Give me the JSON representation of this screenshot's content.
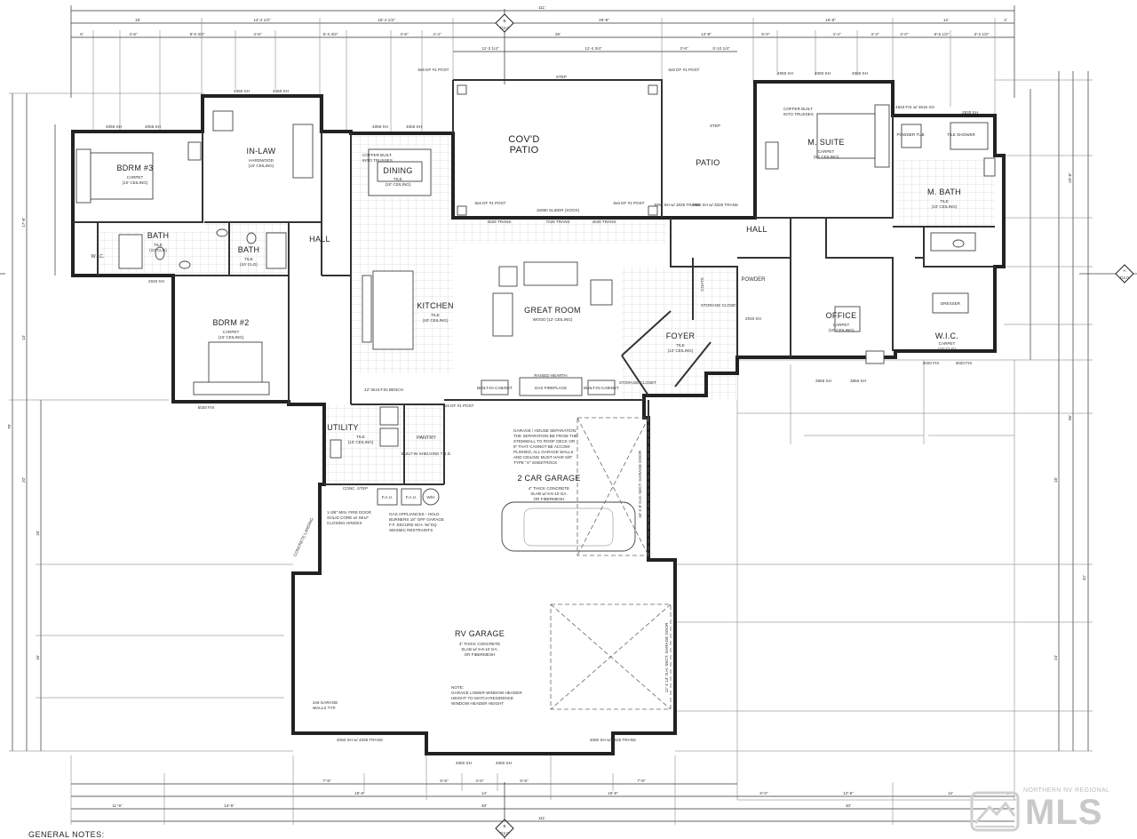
{
  "rooms": {
    "bdrm3": {
      "name": "BDRM #3",
      "finish": "CARPET",
      "ceiling": "(10' CEILING)"
    },
    "inlaw": {
      "name": "IN-LAW",
      "finish": "HARDWOOD",
      "ceiling": "(10' CEILING)"
    },
    "dining": {
      "name": "DINING",
      "finish": "TILE",
      "ceiling": "(10' CEILING)"
    },
    "covd_patio": {
      "name1": "COV'D",
      "name2": "PATIO"
    },
    "patio": {
      "name": "PATIO"
    },
    "msuite": {
      "name": "M. SUITE",
      "finish": "CARPET",
      "ceiling": "(10' CEILING)"
    },
    "mbath": {
      "name": "M. BATH",
      "finish": "TILE",
      "ceiling": "(10' CEILING)"
    },
    "bath1": {
      "name": "BATH",
      "finish": "TILE",
      "ceiling": "(10' CLG)"
    },
    "bath2": {
      "name": "BATH",
      "finish": "TILE",
      "ceiling": "(10' CLG)"
    },
    "hall1": {
      "name": "HALL"
    },
    "hall2": {
      "name": "HALL"
    },
    "kitchen": {
      "name": "KITCHEN",
      "finish": "TILE",
      "ceiling": "(10' CEILING)"
    },
    "great": {
      "name": "GREAT ROOM",
      "finish": "WOOD (12' CEILING)"
    },
    "bdrm2": {
      "name": "BDRM #2",
      "finish": "CARPET",
      "ceiling": "(10' CEILING)"
    },
    "foyer": {
      "name": "FOYER",
      "finish": "TILE",
      "ceiling": "(12' CEILING)"
    },
    "powder": {
      "name": "POWDER"
    },
    "office": {
      "name": "OFFICE",
      "finish": "CARPET",
      "ceiling": "(10' CEILING)"
    },
    "wic1": {
      "name": "W.I.C.",
      "finish": "CARPET",
      "ceiling": "(10' CLG)"
    },
    "wic2": {
      "name": "W.I.C."
    },
    "utility": {
      "name": "UTILITY",
      "finish": "TILE",
      "ceiling": "(10' CEILING)"
    },
    "pantry": {
      "name": "PANTRY",
      "shelving": "BUILT-IN SHELVING T.B.D."
    },
    "garage2": {
      "name": "2 CAR GARAGE",
      "l1": "4\" THICK CONCRETE",
      "l2": "SLAB w/ 6-6-10 GA.",
      "l3": "OR FIBERMESH"
    },
    "rvgarage": {
      "name": "RV GARAGE",
      "l1": "4\" THICK CONCRETE",
      "l2": "SLAB w/ 6-6-10 GA.",
      "l3": "OR FIBERMESH"
    }
  },
  "notes": {
    "garage_sep": [
      "GARAGE / HOUSE SEPARATION:",
      "THE SEPARATION BE FROM THE",
      "STEMWALL TO ROOF DECK OR",
      "IF THAT CANNOT BE ACCOM-",
      "PLISHED, ALL GARAGE WALLS",
      "AND CEILING MUST HAVE 5/8\"",
      "TYPE \"X\" SHEETROCK"
    ],
    "fire_door": [
      "1-3/8\" MIN. FIRE DOOR",
      "SOLID CORE w/ SELF",
      "CLOSING HINGES"
    ],
    "gas_app": [
      "GAS APPLIANCES - HOLD",
      "BURNERS 18\" OFF GARAGE",
      "F.F. SECURE W.H. W/ EQ",
      "SEISMIC RESTRAINTS"
    ],
    "window_header": [
      "NOTE:",
      "GARAGE LOWER WINDOW HEADER",
      "HEIGHT TO MATCH RESIDENCE",
      "WINDOW HEADER HEIGHT"
    ],
    "garage_walls": [
      "2x6 GARAGE",
      "WALLS TYP."
    ],
    "coffer1": [
      "COFFER BUILT",
      "INTO TRUSSES"
    ],
    "coffer2": [
      "COFFER BUILT",
      "INTO TRUSSES"
    ],
    "door_oh1": "16' X 8' O.H. SECT. GARAGE DOOR",
    "door_oh2": "12' X 14' O.H. SECT. GARAGE DOOR",
    "general": "GENERAL NOTES:"
  },
  "labels": {
    "step": "STEP",
    "slider": "16080 SLIDER (XOOX)",
    "conc_step": "CONC. STEP",
    "fau1": "F.A.U.",
    "fau2": "F.A.U.",
    "wh": "W/H",
    "gas_fp": "GAS FIREPLACE",
    "raised_hearth": "RAISED HEARTH",
    "builtin_cab1": "BUILT-IN CABINET",
    "builtin_cab2": "BUILT-IN CABINET",
    "storage_closet1": "STORAGE CLOSET",
    "storage_closet2": "STORAGE CLOSET",
    "coats": "COATS",
    "landing": "CONCRETE LANDING",
    "built_in_bench": "42\" BUILT-IN BENCH",
    "powder_tub": "POWDER TUB",
    "tile_shower": "TILE SHOWER",
    "dresser": "DRESSER",
    "post1": "6x6 DF #1 POST",
    "post2": "6x6 DF #1 POST",
    "post3": "6x6 DF #1 POST",
    "post4": "6x6 DF #1 POST",
    "post5": "6x6 DF #1 POST",
    "trans1": "4026 TRANS",
    "trans2": "7026 TRANS",
    "trans3": "4026 TRANS",
    "trans4": "3060 SH w/ 3026 TRANS",
    "trans5": "3060 SH w/ 3026 TRANS"
  },
  "windows": {
    "w1": "4056 SH",
    "w2": "4056 SH",
    "w3": "4060 SH",
    "w4": "4060 SH",
    "w5": "4056 SH",
    "w6": "4056 SH",
    "w7": "4060 SH",
    "w8": "4060 SH",
    "w9": "4060 SH",
    "w10": "2830 SH",
    "w11": "4840 FIX w/ 4616 XO",
    "w12": "3656 SH",
    "w13": "3656 SH",
    "w14": "3020 FIX",
    "w15": "3020 FIX",
    "w16": "5020 FIX",
    "w17": "4060 SH w/ 4026 TRANS",
    "w18": "4060 SH",
    "w19": "4060 SH",
    "w20": "4060 SH w/ 4026 TRANS",
    "w21": "2040 SH",
    "w22": "2040 SH"
  },
  "dims_top": {
    "total": "111'",
    "d1": "18'",
    "d2": "14'-2 1/2\"",
    "d3": "15'-4 1/2\"",
    "d4": "26'-8\"",
    "d5": "16'-8\"",
    "d6": "12'",
    "d7": "2'",
    "s1": "5'",
    "s2": "4'-6\"",
    "s3": "8'-0 3/4\"",
    "s4": "4'-6\"",
    "s5": "6'-3 3/4\"",
    "s6": "4'-6\"",
    "s7": "4'-4\"",
    "s8": "25'",
    "s9": "12'-8\"",
    "s10": "5'-0\"",
    "s11": "4'-4\"",
    "s12": "4'-4\"",
    "s13": "2'-0\"",
    "s14": "6'-5 1/2\"",
    "s15": "3'-2 1/2\"",
    "s16": "11'-3 1/4\"",
    "s17": "11'-4 3/4\"",
    "s18": "3'-6\"",
    "s19": "5'-10 1/4\""
  },
  "dims_bottom": {
    "total": "111'",
    "b1": "11'-6\"",
    "b2": "14'-6\"",
    "b3": "48'",
    "b4": "40'",
    "b5": "15'-6\"",
    "b6": "14'",
    "b7": "15'-6\"",
    "b8": "12'-6\"",
    "b9": "12'",
    "c1": "7'-9\"",
    "c2": "6'-6\"",
    "c3": "4'-6\"",
    "c4": "6'-6\"",
    "c5": "7'-9\"",
    "c6": "6'-0\"",
    "c7": "6'"
  },
  "dims_side": {
    "left_total": "78'",
    "r1": "17'-6\"",
    "r2": "13'",
    "r3": "20'",
    "r4": "18'",
    "r5": "16'",
    "right_total": "56'",
    "r6": "42'",
    "r7": "18'",
    "r8": "24'",
    "r9": "20'-6\""
  },
  "section_marks": {
    "top_letter": "B",
    "top_sheet": "D2.0",
    "bottom_letter": "B",
    "bottom_sheet": "D2.0",
    "right_letter": "A",
    "right_sheet": "D2.0"
  },
  "logo": {
    "top": "NORTHERN NV REGIONAL",
    "mls": "MLS"
  }
}
